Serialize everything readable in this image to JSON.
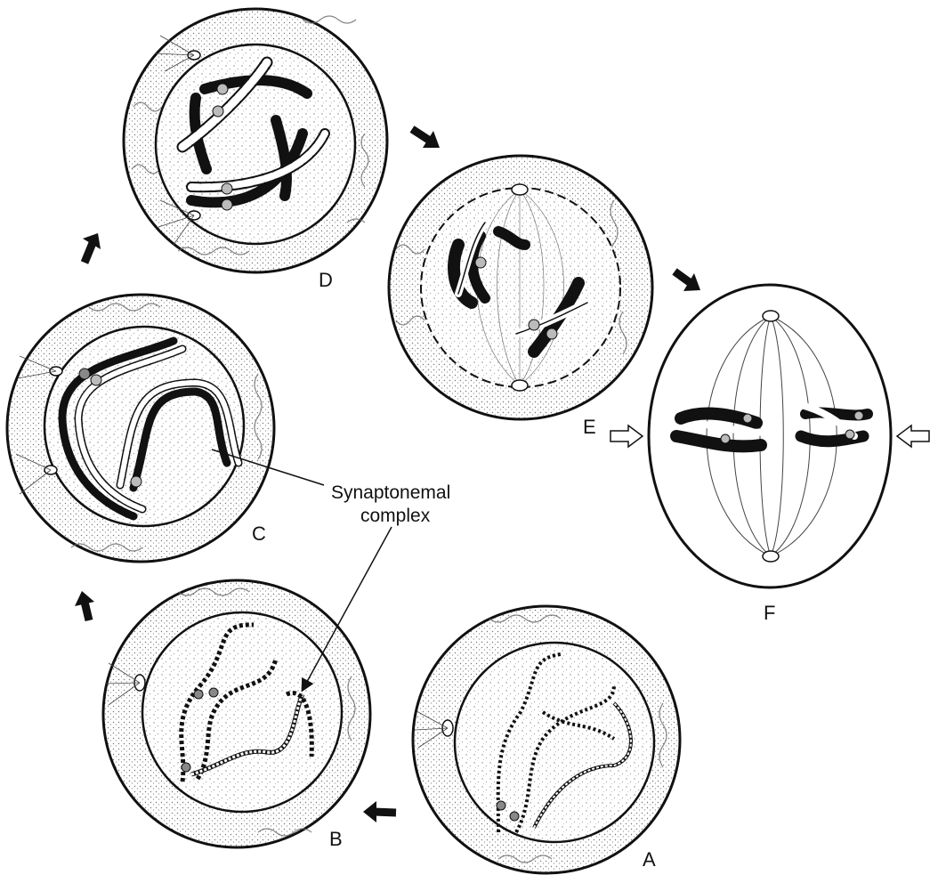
{
  "figure": {
    "stages": [
      {
        "id": "A",
        "label": "A"
      },
      {
        "id": "B",
        "label": "B"
      },
      {
        "id": "C",
        "label": "C"
      },
      {
        "id": "D",
        "label": "D"
      },
      {
        "id": "E",
        "label": "E"
      },
      {
        "id": "F",
        "label": "F"
      }
    ],
    "callout": {
      "line1": "Synaptonemal",
      "line2": "complex"
    }
  },
  "colors": {
    "ink": "#111111",
    "paper": "#ffffff",
    "stipple": "#9a9a9a",
    "light_chromosome": "#ffffff",
    "dark_chromosome": "#111111"
  },
  "icons": [
    "progression-arrow-icon",
    "hollow-arrow-icon",
    "centrosome-icon"
  ]
}
